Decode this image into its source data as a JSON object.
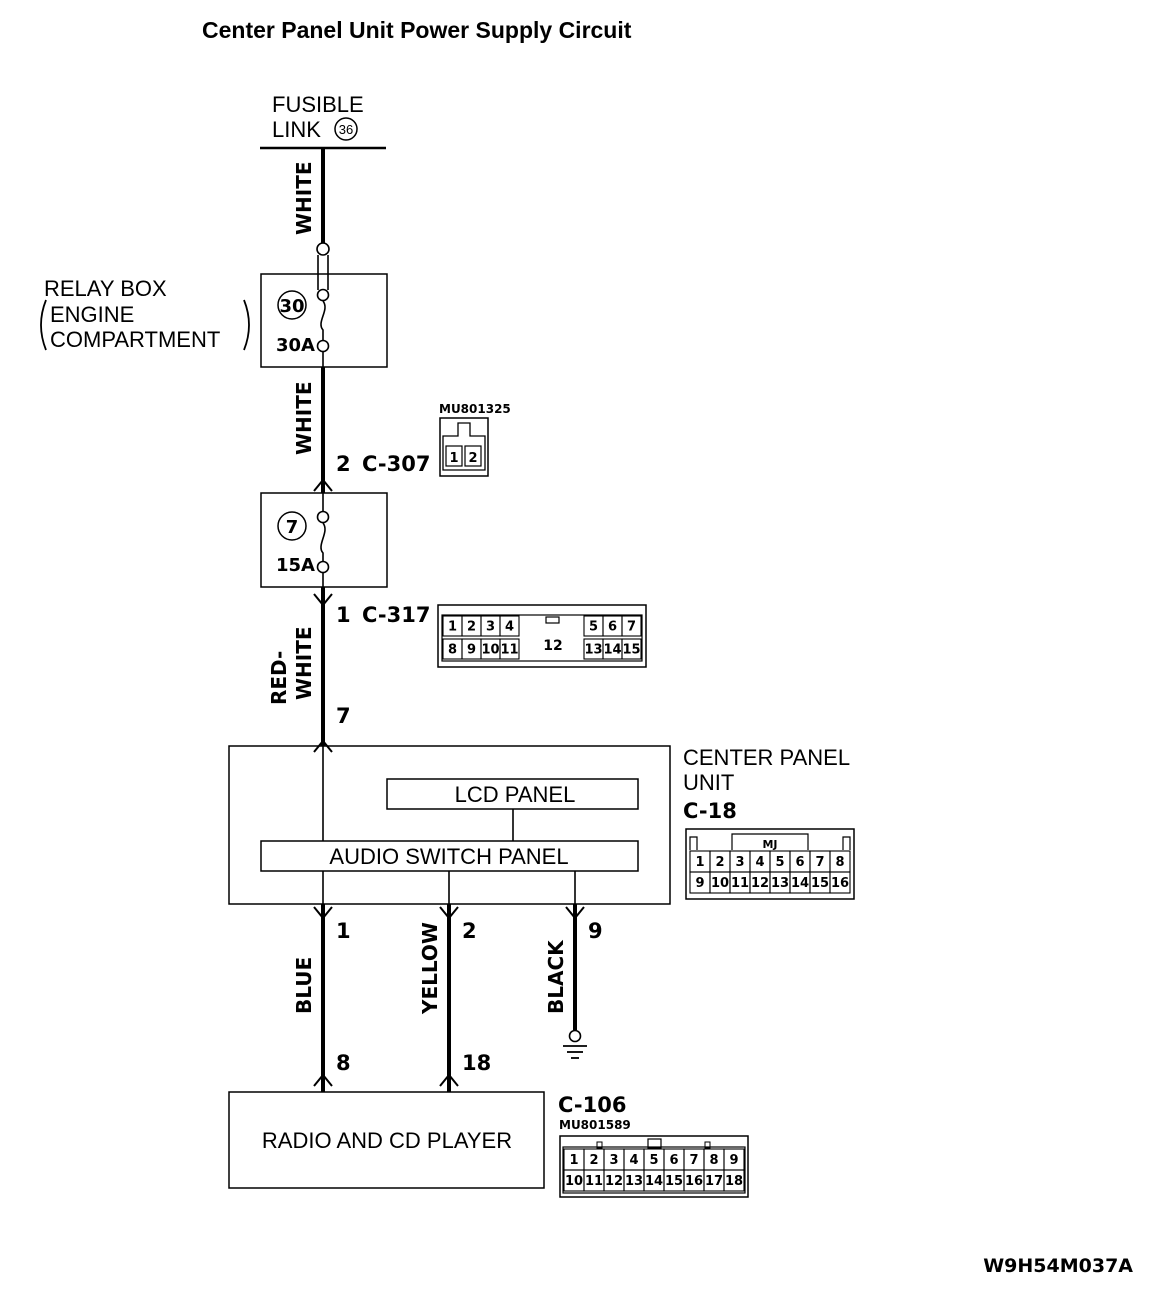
{
  "title": "Center Panel Unit Power Supply Circuit",
  "figure_code": "W9H54M037A",
  "fusible_link": {
    "line1": "FUSIBLE",
    "line2": "LINK",
    "number": "36"
  },
  "relay_box": {
    "line1": "RELAY BOX",
    "line2": "ENGINE",
    "line3": "COMPARTMENT",
    "fuse_number": "30",
    "fuse_rating": "30A"
  },
  "fuse_7": {
    "fuse_number": "7",
    "fuse_rating": "15A"
  },
  "wires": {
    "w1": "WHITE",
    "w2": "WHITE",
    "w3a": "RED-",
    "w3b": "WHITE",
    "blue": "BLUE",
    "yellow": "YELLOW",
    "black": "BLACK"
  },
  "connector_c307": {
    "pin": "2",
    "id": "C-307",
    "part_no": "MU801325",
    "pins": [
      "1",
      "2"
    ]
  },
  "connector_c317": {
    "pin": "1",
    "id": "C-317",
    "row1": [
      "1",
      "2",
      "3",
      "4",
      "5",
      "6",
      "7"
    ],
    "row2": [
      "8",
      "9",
      "10",
      "11",
      "13",
      "14",
      "15"
    ],
    "center": "12"
  },
  "center_panel": {
    "line1": "CENTER PANEL",
    "line2": "UNIT",
    "connector": "C-18",
    "input_pin": "7",
    "lcd_panel": "LCD PANEL",
    "audio_switch_panel": "AUDIO SWITCH PANEL",
    "out_pins": [
      "1",
      "2",
      "9"
    ],
    "mj_label": "MJ",
    "row1": [
      "1",
      "2",
      "3",
      "4",
      "5",
      "6",
      "7",
      "8"
    ],
    "row2": [
      "9",
      "10",
      "11",
      "12",
      "13",
      "14",
      "15",
      "16"
    ]
  },
  "radio": {
    "label": "RADIO AND CD PLAYER",
    "connector": "C-106",
    "part_no": "MU801589",
    "in_pins": [
      "8",
      "18"
    ],
    "row1": [
      "1",
      "2",
      "3",
      "4",
      "5",
      "6",
      "7",
      "8",
      "9"
    ],
    "row2": [
      "10",
      "11",
      "12",
      "13",
      "14",
      "15",
      "16",
      "17",
      "18"
    ]
  }
}
